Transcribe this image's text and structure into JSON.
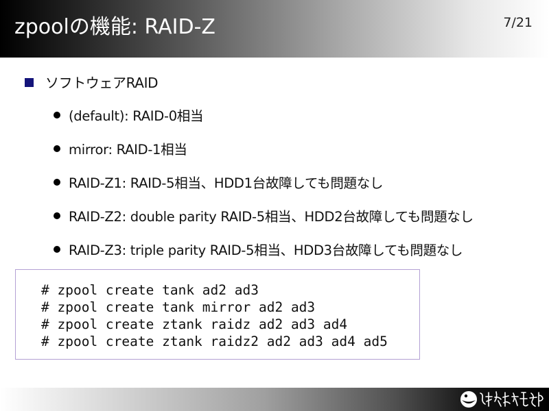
{
  "slide": {
    "title": "zpoolの機能: RAID-Z",
    "page_number": "7/21"
  },
  "section": {
    "label": "ソフトウェアRAID",
    "items": [
      "(default): RAID-0相当",
      "mirror: RAID-1相当",
      "RAID-Z1: RAID-5相当、HDD1台故障しても問題なし",
      "RAID-Z2: double parity RAID-5相当、HDD2台故障しても問題なし",
      "RAID-Z3: triple parity RAID-5相当、HDD3台故障しても問題なし"
    ]
  },
  "code": {
    "lines": [
      "# zpool create tank ad2 ad3",
      "# zpool create tank mirror ad2 ad3",
      "# zpool create ztank raidz ad2 ad3 ad4",
      "# zpool create ztank raidz2 ad2 ad3 ad4 ad5"
    ]
  },
  "colors": {
    "section_bullet": "#14147a",
    "code_border": "#b3a0d4",
    "title_text": "#ffffff"
  },
  "icons": {
    "logo": "calligraphy-logo-icon"
  }
}
